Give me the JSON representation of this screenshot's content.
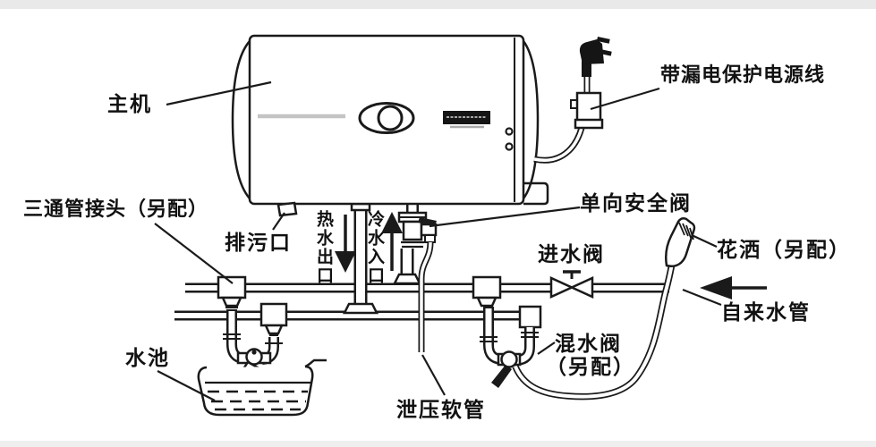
{
  "labels": {
    "main_unit": "主机",
    "power_cord": "带漏电保护电源线",
    "tee_connector": "三通管接头（另配）",
    "drain_outlet": "排污口",
    "hot_water_outlet": "热水出口",
    "cold_water_inlet": "冷水入口",
    "safety_valve": "单向安全阀",
    "inlet_valve": "进水阀",
    "shower_head": "花洒（另配）",
    "tap_water_pipe": "自来水管",
    "mixing_valve_line1": "混水阀",
    "mixing_valve_line2": "（另配）",
    "relief_hose": "泄压软管",
    "sink": "水池"
  },
  "colors": {
    "line": "#1a1a1a",
    "accent_gray": "#c4c4c4",
    "edge_strip": "#e9e9e9",
    "background": "#ffffff"
  }
}
